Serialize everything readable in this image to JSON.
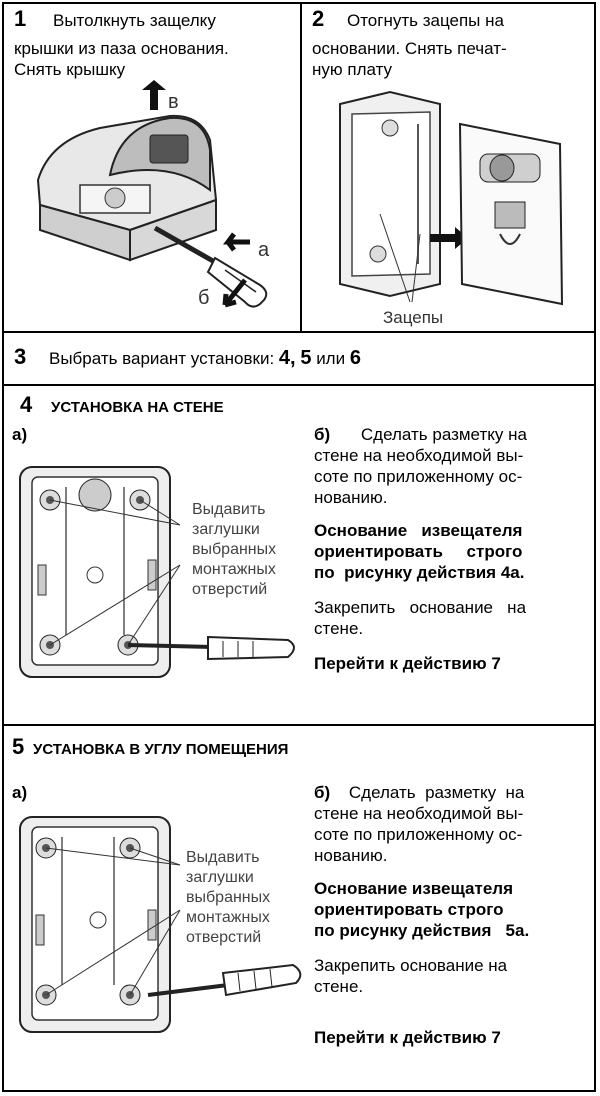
{
  "step1": {
    "number": "1",
    "text_line1": "Вытолкнуть  защелку",
    "text_line2": "крышки из паза основания.",
    "text_line3": "Снять крышку",
    "label_b": "в",
    "label_a": "а",
    "label_bb": "б"
  },
  "step2": {
    "number": "2",
    "text_line1": "Отогнуть зацепы на",
    "text_line2": "основании.  Снять печат-",
    "text_line3": "ную плату",
    "caption": "Зацепы"
  },
  "step3": {
    "number": "3",
    "text": "Выбрать вариант установки:",
    "opt1": "4,",
    "opt2": "5",
    "or": "или",
    "opt3": "6"
  },
  "step4": {
    "number": "4",
    "heading": "УСТАНОВКА НА СТЕНЕ",
    "sub_a": "а)",
    "sub_b": "б)",
    "callout": [
      "Выдавить",
      "заглушки",
      "выбранных",
      "монтажных",
      "отверстий"
    ],
    "b_line1": "Сделать разметку на",
    "b_line2": "стене на необходимой вы-",
    "b_line3": "соте по приложенному ос-",
    "b_line4": "нованию.",
    "bold_line1": "Основание   извещателя",
    "bold_line2": "ориентировать     строго",
    "bold_line3": "по  рисунку действия 4а.",
    "fix_line1": "Закрепить   основание   на",
    "fix_line2": "стене.",
    "goto": "Перейти к действию 7"
  },
  "step5": {
    "number": "5",
    "heading": "УСТАНОВКА В УГЛУ ПОМЕЩЕНИЯ",
    "sub_a": "а)",
    "sub_b": "б)",
    "callout": [
      "Выдавить",
      "заглушки",
      "выбранных",
      "монтажных",
      "отверстий"
    ],
    "b_line1": "Сделать  разметку  на",
    "b_line2": "стене на необходимой вы-",
    "b_line3": "соте по приложенному ос-",
    "b_line4": "нованию.",
    "bold_line1": "Основание извещателя",
    "bold_line2": "ориентировать строго",
    "bold_line3": "по рисунку действия   5а.",
    "fix_line1": "Закрепить основание на",
    "fix_line2": "стене.",
    "goto": "Перейти к действию 7"
  }
}
